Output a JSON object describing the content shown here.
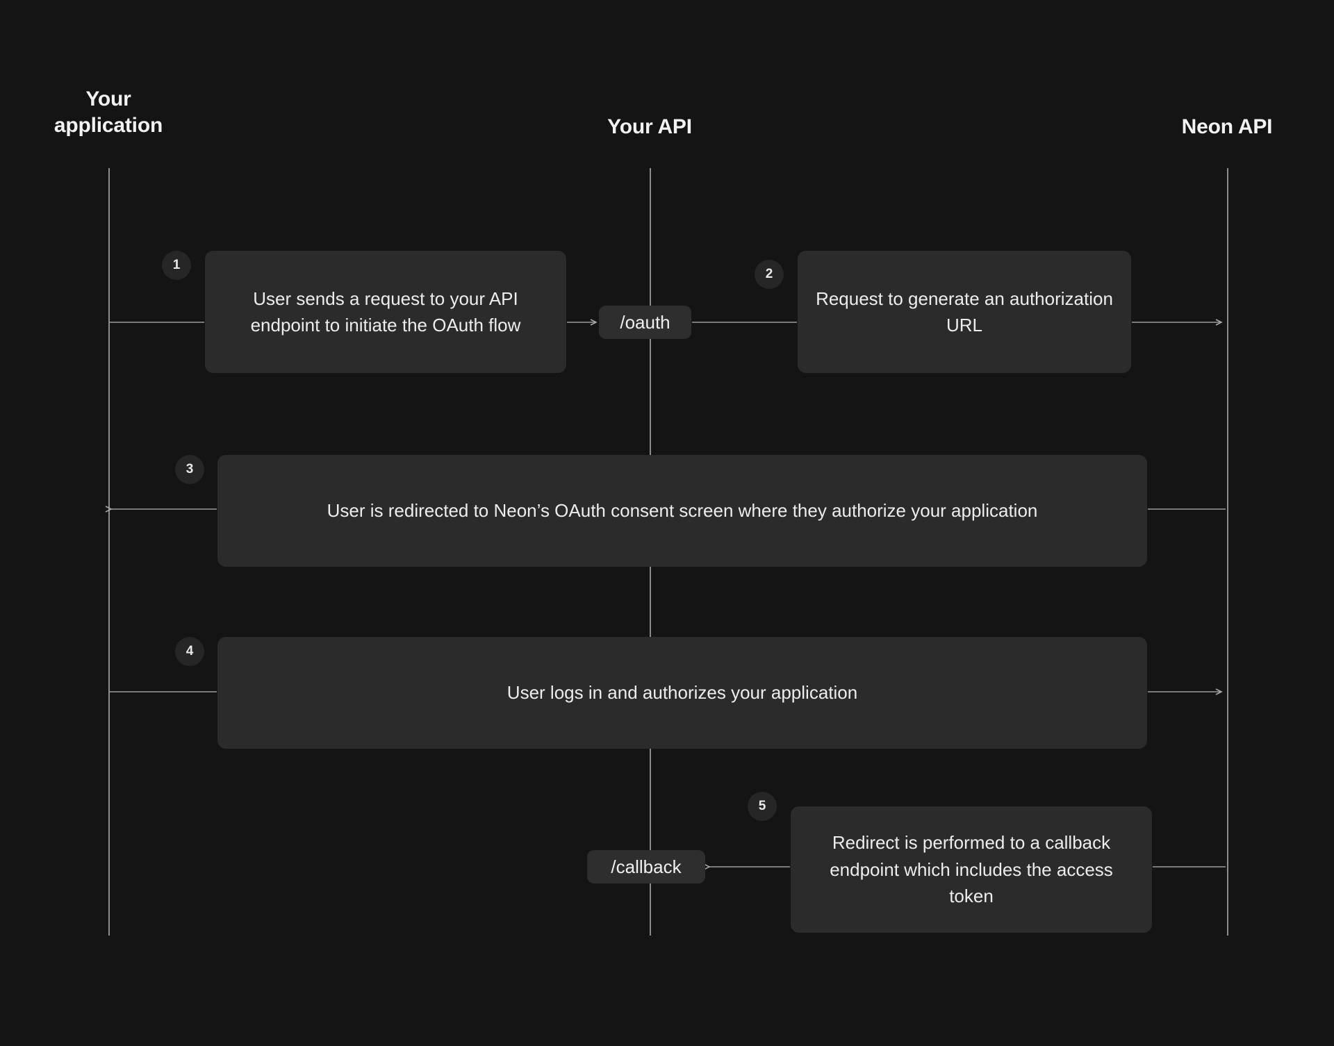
{
  "diagram": {
    "title": "Neon OAuth flow sequence diagram",
    "background_color": "#141414",
    "box_color": "#2b2b2b",
    "pill_color": "#2e2e2e",
    "badge_color": "#262626",
    "line_color": "#8d8d8d",
    "text_color": "#ededed"
  },
  "actors": [
    {
      "id": "your-application",
      "label": "Your\napplication"
    },
    {
      "id": "your-api",
      "label": "Your API"
    },
    {
      "id": "neon-api",
      "label": "Neon API"
    }
  ],
  "steps": [
    {
      "number": "1",
      "text": "User sends a request to your API endpoint to initiate the OAuth flow",
      "from": "your-application",
      "to": "your-api",
      "direction": "right"
    },
    {
      "number": "2",
      "text": "Request to generate an authorization URL",
      "from": "your-api",
      "to": "neon-api",
      "direction": "right"
    },
    {
      "number": "3",
      "text": "User is redirected to Neon’s OAuth consent screen where they authorize your application",
      "from": "neon-api",
      "to": "your-application",
      "direction": "left"
    },
    {
      "number": "4",
      "text": "User logs in and authorizes your application",
      "from": "your-application",
      "to": "neon-api",
      "direction": "right"
    },
    {
      "number": "5",
      "text": "Redirect is performed to a callback endpoint which includes the access token",
      "from": "neon-api",
      "to": "your-api",
      "direction": "left"
    }
  ],
  "endpoints": [
    {
      "id": "oauth",
      "label": "/oauth"
    },
    {
      "id": "callback",
      "label": "/callback"
    }
  ]
}
